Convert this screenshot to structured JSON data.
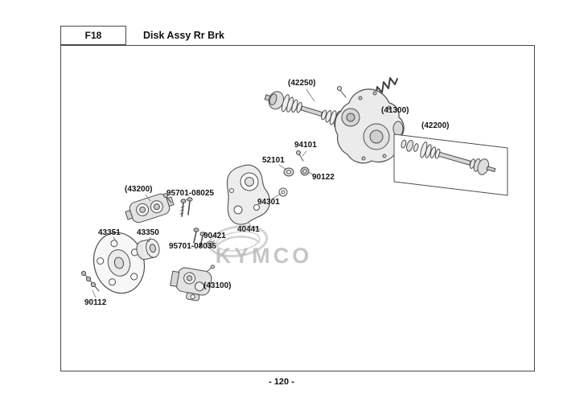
{
  "header": {
    "code": "F18",
    "title": "Disk Assy Rr Brk"
  },
  "footer": {
    "page_number": "- 120 -"
  },
  "watermark": {
    "brand": "KYMCO"
  },
  "parts": {
    "p42250": {
      "label": "(42250)"
    },
    "p41300": {
      "label": "(41300)"
    },
    "p42200": {
      "label": "(42200)"
    },
    "p94101": {
      "label": "94101"
    },
    "p52101": {
      "label": "52101"
    },
    "p90122": {
      "label": "90122"
    },
    "p94301": {
      "label": "94301"
    },
    "p43200": {
      "label": "(43200)"
    },
    "p95701_08025": {
      "label": "95701-08025"
    },
    "p43351": {
      "label": "43351"
    },
    "p43350": {
      "label": "43350"
    },
    "p90421": {
      "label": "90421"
    },
    "p95701_08035": {
      "label": "95701-08035"
    },
    "p40441": {
      "label": "40441"
    },
    "p43100": {
      "label": "(43100)"
    },
    "p90112": {
      "label": "90112"
    }
  }
}
